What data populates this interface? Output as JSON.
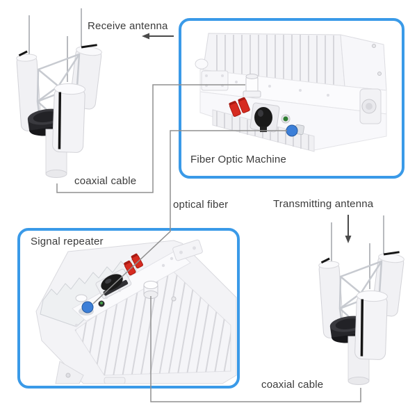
{
  "diagram": {
    "labels": {
      "receive_antenna": "Receive antenna",
      "coaxial_cable_top": "coaxial cable",
      "fiber_optic_machine": "Fiber Optic Machine",
      "optical_fiber": "optical fiber",
      "signal_repeater": "Signal repeater",
      "transmitting_antenna": "Transmitting antenna",
      "coaxial_cable_bottom": "coaxial cable"
    },
    "colors": {
      "highlight_box_border": "#3a9ae8",
      "connection_line": "#8f8f8f",
      "arrow": "#4a4a4a",
      "label_text": "#3a3a3a",
      "connector_red": "#d62b20",
      "connector_blue": "#3c7fd8",
      "connector_green": "#2e7d32",
      "connector_black": "#1a1a1a",
      "device_body": "#f3f3f6",
      "fin_line": "#d6d6db",
      "background": "#ffffff"
    }
  }
}
